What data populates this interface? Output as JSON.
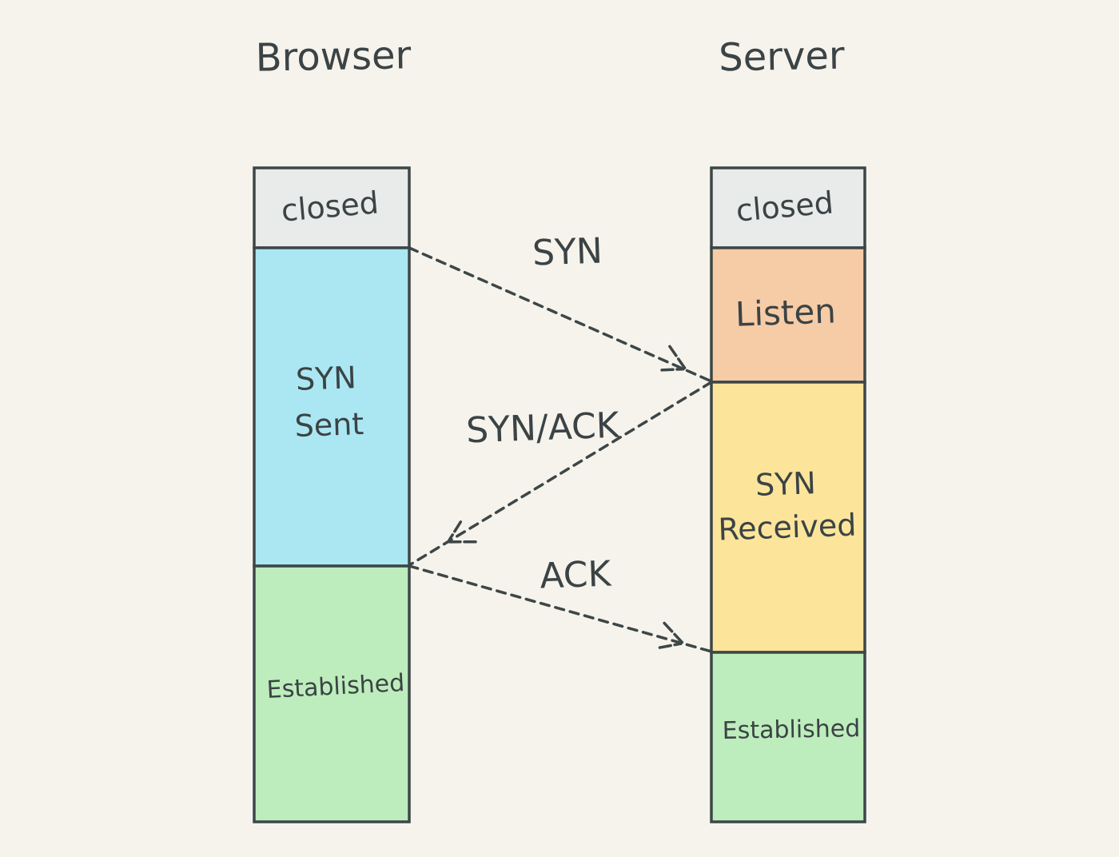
{
  "colors": {
    "background": "#f6f3ec",
    "stroke": "#3d4647",
    "text": "#3b4345",
    "closed_fill": "#e9eaea",
    "syn_sent_fill": "#abe7f2",
    "listen_fill": "#f6cca6",
    "syn_received_fill": "#fce59a",
    "established_fill": "#bdedbc"
  },
  "browser": {
    "title": "Browser",
    "segments": [
      {
        "label": "closed"
      },
      {
        "label_line1": "SYN",
        "label_line2": "Sent"
      },
      {
        "label": "Established"
      }
    ]
  },
  "server": {
    "title": "Server",
    "segments": [
      {
        "label": "closed"
      },
      {
        "label": "Listen"
      },
      {
        "label_line1": "SYN",
        "label_line2": "Received"
      },
      {
        "label": "Established"
      }
    ]
  },
  "messages": [
    {
      "label": "SYN"
    },
    {
      "label": "SYN/ACK"
    },
    {
      "label": "ACK"
    }
  ]
}
